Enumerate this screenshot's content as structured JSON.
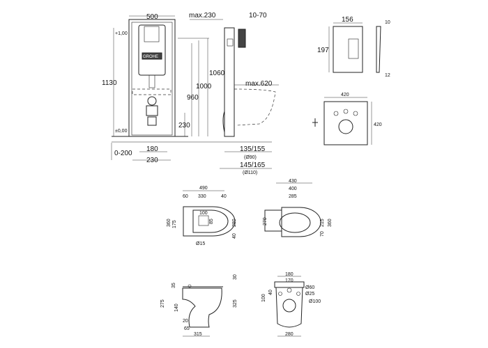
{
  "installation_frame": {
    "width_500": "500",
    "max_230": "max.230",
    "range_10_70": "10-70",
    "level_top": "+1,00",
    "level_floor": "±0,00",
    "height_1130": "1130",
    "height_1060": "1060",
    "height_1000": "1000",
    "height_960": "960",
    "max_620": "max.620",
    "height_230": "230",
    "range_0_200": "0-200",
    "width_180": "180",
    "width_230": "230",
    "drain_90": "135/155",
    "drain_90_dia": "(Ø90)",
    "drain_110": "145/165",
    "drain_110_dia": "(Ø110)",
    "brand_logo": "GROHE"
  },
  "flush_plate": {
    "width": "156",
    "height": "197",
    "depth_top": "10",
    "depth_bottom": "12"
  },
  "sound_pad": {
    "width": "420",
    "height": "420"
  },
  "toilet_top_view": {
    "length": "490",
    "d60": "60",
    "d330": "330",
    "d40": "40",
    "width": "360",
    "d175": "175",
    "d100": "100",
    "d85": "85",
    "d280": "280",
    "d40b": "40",
    "hole": "Ø15"
  },
  "seat_top_view": {
    "d430": "430",
    "d400": "400",
    "d285": "285",
    "d270": "270",
    "d215": "215",
    "d360": "360",
    "d70": "70"
  },
  "toilet_side_view": {
    "d30": "30",
    "d35": "35",
    "d275": "275",
    "d325": "325",
    "d140": "140",
    "d20": "20",
    "d65": "65",
    "d315": "315"
  },
  "toilet_back_view": {
    "d180": "180",
    "d170": "170",
    "dia60": "Ø60",
    "dia25": "Ø25",
    "dia100": "Ø100",
    "d40": "40",
    "d100": "100",
    "d280": "280"
  }
}
